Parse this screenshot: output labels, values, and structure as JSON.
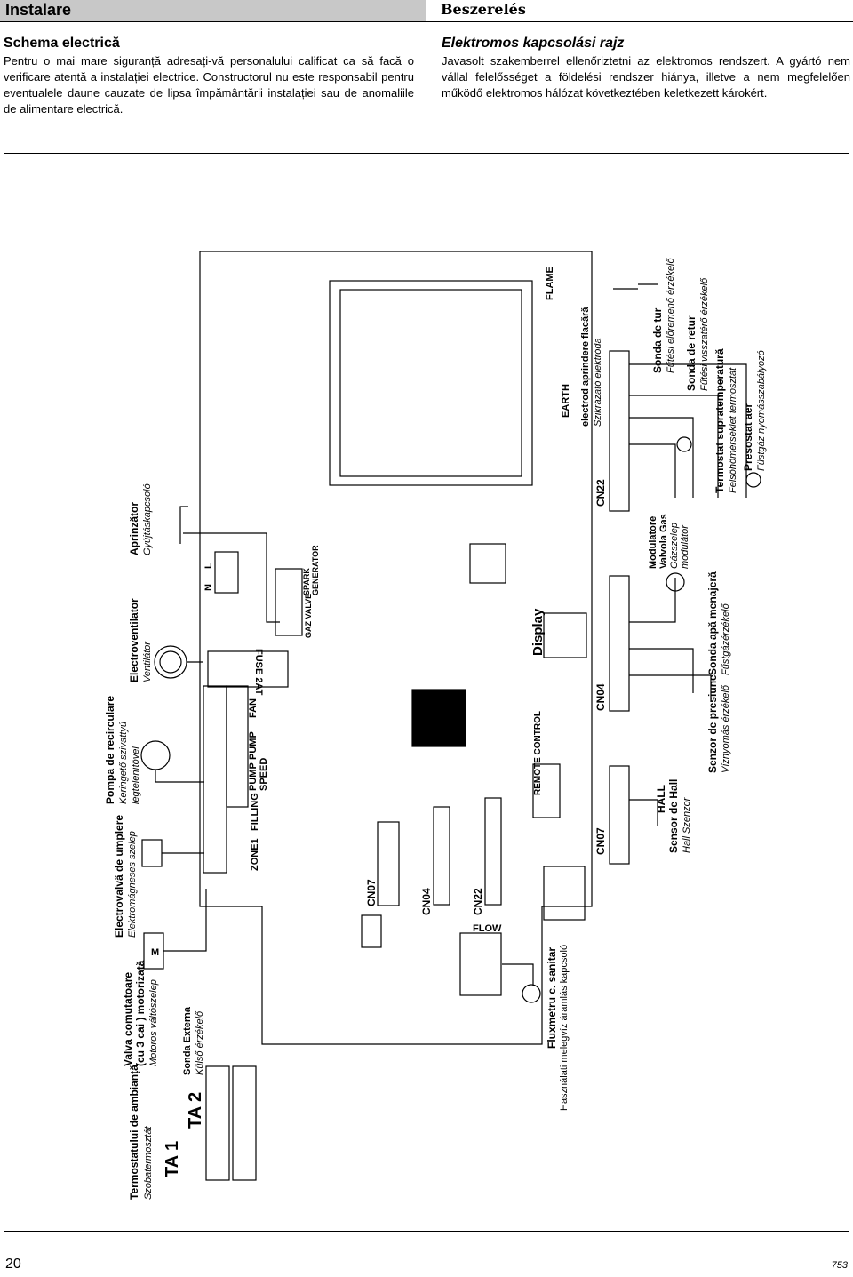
{
  "header": {
    "left_title": "Instalare",
    "right_title": "Beszerelés"
  },
  "ro": {
    "title": "Schema electrică",
    "body": "Pentru o mai mare siguranță adresați-vă personalului calificat ca să facă o verificare atentă a instalației electrice. Constructorul nu este responsabil pentru eventualele daune cauzate de lipsa împământării instalației sau de anomaliile de alimentare electrică."
  },
  "hu": {
    "title": "Elektromos kapcsolási rajz",
    "body": "Javasolt szakemberrel ellenőriztetni az elektromos rendszert. A gyártó nem vállal felelősséget a földelési rendszer hiánya, illetve a nem megfelelően működő elektromos hálózat következtében keletkezett károkért."
  },
  "diagram": {
    "ta1": "TA 1",
    "ta2": "TA 2",
    "termostat_ro": "Termostatului de ambianță",
    "termostat_hu": "Szobatermosztát",
    "valva_ro1": "Valva comutatoare",
    "valva_ro2": "(cu 3 cai ) motorizată",
    "valva_hu": "Motoros váltószelep",
    "sonda_ext_ro": "Sonda Externa",
    "sonda_ext_hu": "Külső érzékelő",
    "electrovalva_ro": "Electrovalvă de umplere",
    "electrovalva_hu": "Elektromágneses szelep",
    "motor_m": "M",
    "pompa_ro": "Pompa de recirculare",
    "pompa_hu1": "Keringető szivattyú",
    "pompa_hu2": "légtelenítővel",
    "vent_ro": "Electroventilator",
    "vent_hu": "Ventilátor",
    "aprind_ro": "Aprinzător",
    "aprind_hu": "Gyújtáskapcsoló",
    "zone1": "ZONE1",
    "filling": "FILLING",
    "pump_speed1": "PUMP",
    "pump_speed2": "SPEED",
    "pump": "PUMP",
    "fan": "FAN",
    "fuse": "FUSE 2AT",
    "n": "N",
    "l": "L",
    "gaz_valve": "GAZ VALVE",
    "spark1": "SPARK",
    "spark2": "GENERATOR",
    "cn07": "CN07",
    "cn04": "CN04",
    "cn22": "CN22",
    "flow": "FLOW",
    "fluxmetru_ro": "Fluxmetru c. sanitar",
    "fluxmetru_hu": "Használati melegvíz áramlás kapcsoló",
    "remote": "REMOTE CONTROL",
    "display": "Display",
    "earth": "EARTH",
    "flame": "FLAME",
    "electrod_ro": "electrod aprindere flacără",
    "electrod_hu": "Szikrázató elektróda",
    "hall": "HALL",
    "hall_ro": "Sensor de Hall",
    "hall_hu": "Hall Szenzor",
    "senzor_pres_ro": "Senzor de presiune",
    "senzor_pres_hu": "Víznyomás érzékelő",
    "sonda_apa_ro": "Sonda apă menajeră",
    "sonda_apa_hu": "Fűstgázérzékelő",
    "modulatore1": "Modulatore",
    "modulatore2": "Valvola Gas",
    "modulatore_hu1": "Gázszelep",
    "modulatore_hu2": "modulátor",
    "sonda_tur_ro": "Sonda de tur",
    "sonda_tur_hu": "Fűtési előremenő érzékelő",
    "sonda_retur_ro": "Sonda de retur",
    "sonda_retur_hu": "Fűtési visszatérő érzékelő",
    "termostat_supra_ro": "Termostat supratemperatură",
    "termostat_supra_hu": "Felsőhőmérséklet termosztát",
    "presostat_ro": "Presostat aer",
    "presostat_hu": "Füstgáz nyomásszabályozó"
  },
  "footer": {
    "page_number": "20",
    "code": "753"
  }
}
